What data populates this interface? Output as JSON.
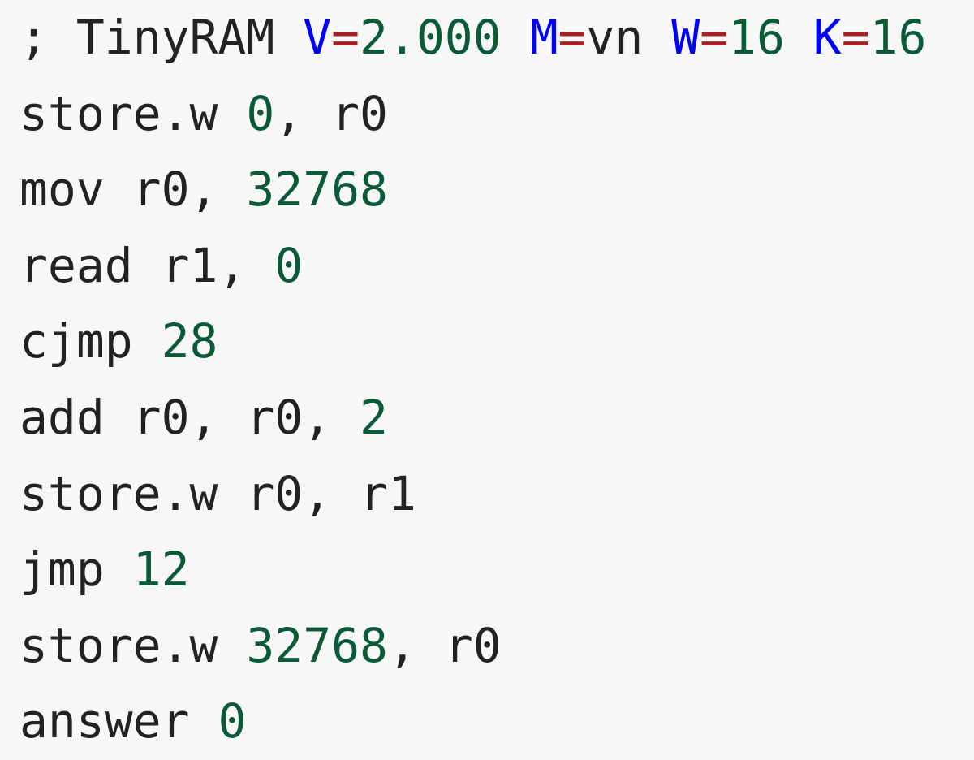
{
  "document": {
    "kind": "assembly-listing",
    "language": "TinyRAM",
    "background_color": "#f7f7f7",
    "colors": {
      "plain": "#222222",
      "keyword": "#0000ff",
      "operator": "#a52121",
      "number": "#0a5a38"
    },
    "line_count": 10,
    "lines": [
      {
        "index": 1,
        "text": "; TinyRAM V=2.000 M=vn W=16 K=16",
        "tokens": [
          {
            "t": "; TinyRAM ",
            "kind": "comment"
          },
          {
            "t": "V",
            "kind": "key"
          },
          {
            "t": "=",
            "kind": "op"
          },
          {
            "t": "2.000",
            "kind": "num"
          },
          {
            "t": " ",
            "kind": "plain"
          },
          {
            "t": "M",
            "kind": "key"
          },
          {
            "t": "=",
            "kind": "op"
          },
          {
            "t": "vn",
            "kind": "ident"
          },
          {
            "t": " ",
            "kind": "plain"
          },
          {
            "t": "W",
            "kind": "key"
          },
          {
            "t": "=",
            "kind": "op"
          },
          {
            "t": "16",
            "kind": "num"
          },
          {
            "t": " ",
            "kind": "plain"
          },
          {
            "t": "K",
            "kind": "key"
          },
          {
            "t": "=",
            "kind": "op"
          },
          {
            "t": "16",
            "kind": "num"
          }
        ]
      },
      {
        "index": 2,
        "text": "store.w 0, r0",
        "tokens": [
          {
            "t": "store.w ",
            "kind": "mnem"
          },
          {
            "t": "0",
            "kind": "num"
          },
          {
            "t": ", r0",
            "kind": "plain"
          }
        ]
      },
      {
        "index": 3,
        "text": "mov r0, 32768",
        "tokens": [
          {
            "t": "mov r0, ",
            "kind": "mnem"
          },
          {
            "t": "32768",
            "kind": "num"
          }
        ]
      },
      {
        "index": 4,
        "text": "read r1, 0",
        "tokens": [
          {
            "t": "read r1, ",
            "kind": "mnem"
          },
          {
            "t": "0",
            "kind": "num"
          }
        ]
      },
      {
        "index": 5,
        "text": "cjmp 28",
        "tokens": [
          {
            "t": "cjmp ",
            "kind": "mnem"
          },
          {
            "t": "28",
            "kind": "num"
          }
        ]
      },
      {
        "index": 6,
        "text": "add r0, r0, 2",
        "tokens": [
          {
            "t": "add r0, r0, ",
            "kind": "mnem"
          },
          {
            "t": "2",
            "kind": "num"
          }
        ]
      },
      {
        "index": 7,
        "text": "store.w r0, r1",
        "tokens": [
          {
            "t": "store.w r0, r1",
            "kind": "mnem"
          }
        ]
      },
      {
        "index": 8,
        "text": "jmp 12",
        "tokens": [
          {
            "t": "jmp ",
            "kind": "mnem"
          },
          {
            "t": "12",
            "kind": "num"
          }
        ]
      },
      {
        "index": 9,
        "text": "store.w 32768, r0",
        "tokens": [
          {
            "t": "store.w ",
            "kind": "mnem"
          },
          {
            "t": "32768",
            "kind": "num"
          },
          {
            "t": ", r0",
            "kind": "plain"
          }
        ]
      },
      {
        "index": 10,
        "text": "answer 0",
        "tokens": [
          {
            "t": "answer ",
            "kind": "mnem"
          },
          {
            "t": "0",
            "kind": "num"
          }
        ]
      }
    ],
    "header_directives": {
      "version_key": "V",
      "version_value": "2.000",
      "memory_model_key": "M",
      "memory_model_value": "vn",
      "word_size_key": "W",
      "word_size_value": "16",
      "register_count_key": "K",
      "register_count_value": "16"
    }
  }
}
